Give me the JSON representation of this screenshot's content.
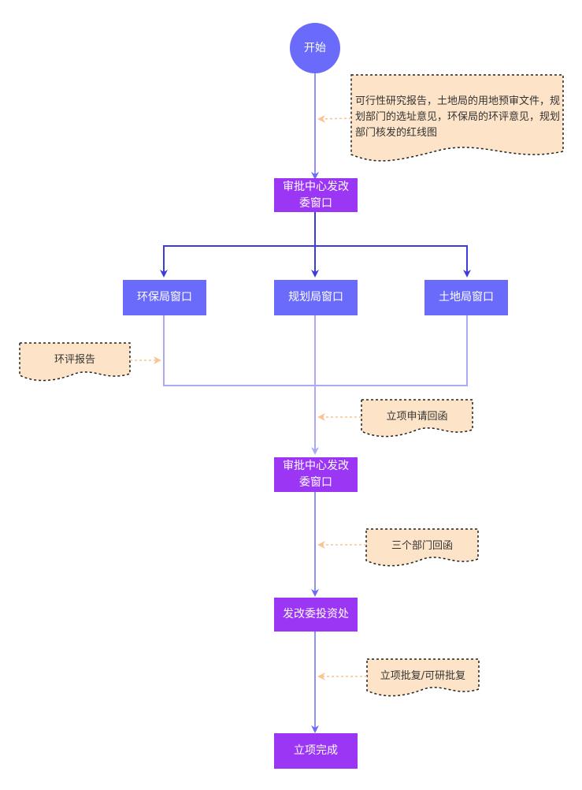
{
  "nodes": {
    "start": "开始",
    "approval_center_1": "审批中心发改委窗口",
    "env_window": "环保局窗口",
    "planning_window": "规划局窗口",
    "land_window": "土地局窗口",
    "approval_center_2": "审批中心发改委窗口",
    "investment_office": "发改委投资处",
    "complete": "立项完成"
  },
  "notes": {
    "materials": "可行性研究报告，土地局的用地预审文件，规划部门的选址意见，环保局的环评意见，规划部门核发的红线图",
    "env_report": "环评报告",
    "project_letter": "立项申请回函",
    "three_letters": "三个部门回函",
    "approval": "立项批复/可研批复"
  },
  "colors": {
    "node_blue": "#6a6bfb",
    "node_purple": "#9b36f5",
    "arrow_dark": "#3b3be0",
    "arrow_light": "#a9a9f8",
    "note_fill": "#fde4c8",
    "note_arrow": "#f9c48f"
  }
}
